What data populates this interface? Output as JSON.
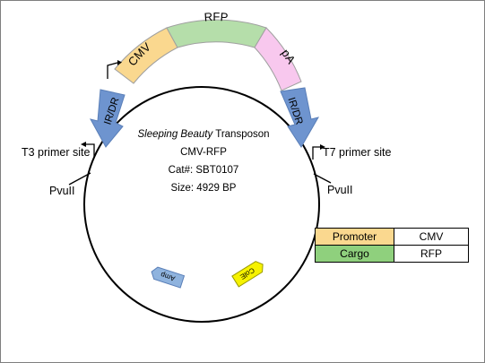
{
  "title_italic": "Sleeping Beauty",
  "title_rest": " Transposon",
  "construct": "CMV-RFP",
  "catalog": "Cat#: SBT0107",
  "size": "Size:  4929 BP",
  "segments": {
    "cmv": "CMV",
    "rfp": "RFP",
    "pa": "pA",
    "ir_left": "IR/DR",
    "ir_right": "IR/DR",
    "amp": "Amp",
    "cole": "ColE"
  },
  "sites": {
    "t3": "T3 primer site",
    "t7": "T7 primer site",
    "pvull_left": "PvuII",
    "pvull_right": "PvuII"
  },
  "legend": [
    {
      "key": "Promoter",
      "value": "CMV",
      "color": "#fad88f"
    },
    {
      "key": "Cargo",
      "value": "RFP",
      "color": "#8fd07d"
    }
  ],
  "colors": {
    "cmv": "#fad88f",
    "rfp": "#b5deaa",
    "pa": "#f8c8ee",
    "ir": "#6e94cf",
    "amp": "#8fb3de",
    "cole": "#f6f200"
  }
}
